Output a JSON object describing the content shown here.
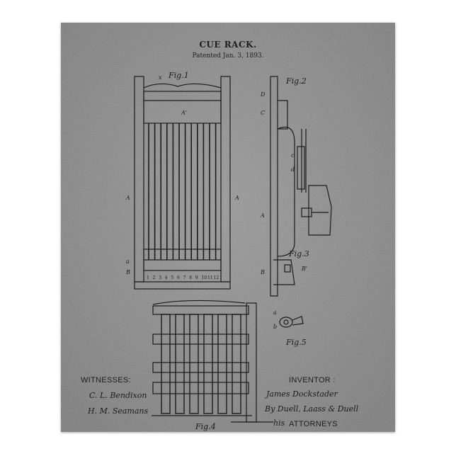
{
  "poster": {
    "title": "CUE RACK.",
    "subtitle": "Patented Jan. 3, 1893.",
    "witnesses_label": "WITNESSES:",
    "inventor_label": "INVENTOR :",
    "attorneys_label": "ATTORNEYS",
    "signatures": {
      "witness_1": "C. L. Bendixon",
      "witness_2": "H. M. Seamans",
      "inventor": "James Dockstader",
      "attorney": "By Duell, Laass & Duell",
      "attorney_his": "his"
    },
    "figures": [
      "Fig.1",
      "Fig.2",
      "Fig.3",
      "Fig.4",
      "Fig.5"
    ],
    "rack_numbers": [
      "1",
      "2",
      "3",
      "4",
      "5",
      "6",
      "7",
      "8",
      "9",
      "10",
      "11",
      "12"
    ],
    "letters": [
      "x",
      "A'",
      "A",
      "a",
      "B",
      "D",
      "C",
      "c",
      "d",
      "b",
      "B'"
    ],
    "colors": {
      "paper": "#8d8d8d",
      "ink": "#1c1c1c",
      "background": "#ffffff"
    }
  }
}
